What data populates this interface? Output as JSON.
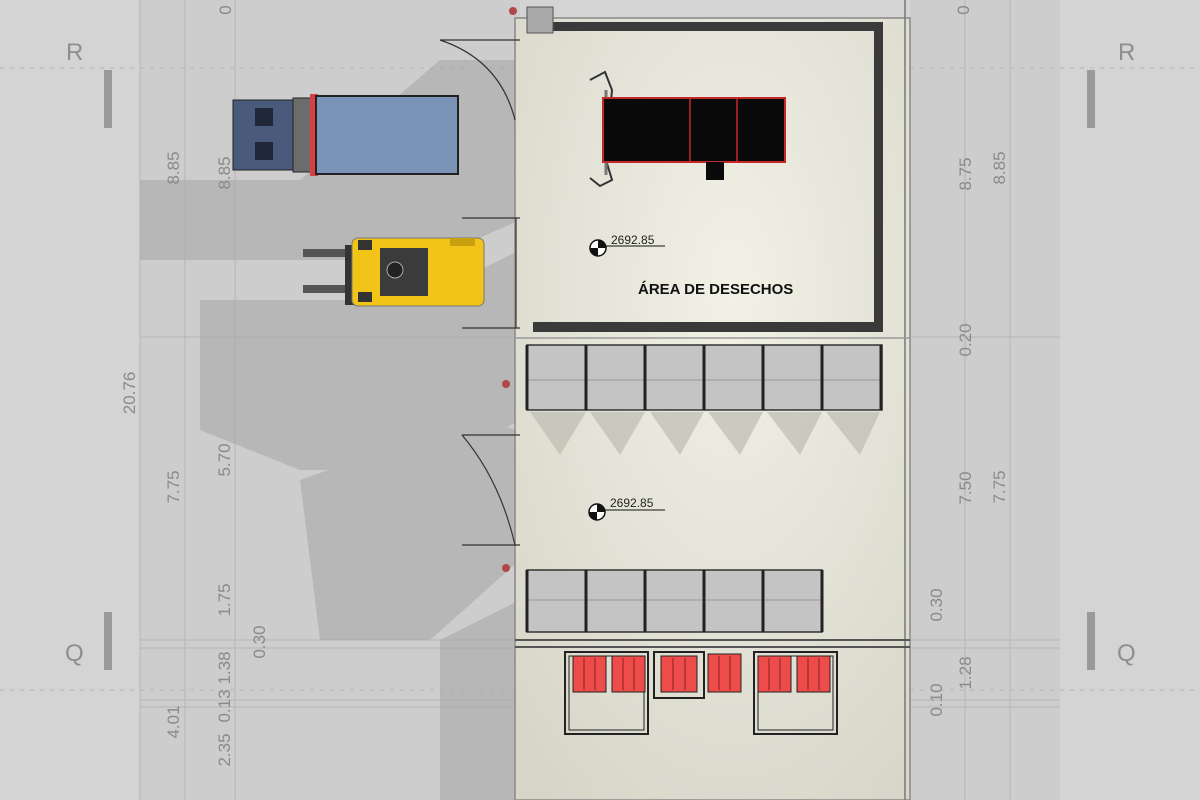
{
  "grid_labels": {
    "top": "R",
    "bottom": "Q"
  },
  "area": {
    "label": "ÁREA DE DESECHOS"
  },
  "elevations": [
    "2692.85",
    "2692.85"
  ],
  "dimensions": {
    "top_left": "0",
    "top_right": "0",
    "left_outer": [
      "20.76",
      "4.01"
    ],
    "left_mid": [
      "8.85",
      "7.75"
    ],
    "left_inner": [
      "8.85",
      "5.70",
      "1.75",
      "1.38",
      "0.13",
      "2.35"
    ],
    "left_inner2": [
      "0.30"
    ],
    "right_inner": [
      "8.75",
      "0.20",
      "7.50",
      "0.30",
      "0.10",
      "1.28"
    ],
    "right_outer": [
      "8.85",
      "7.75"
    ]
  },
  "colors": {
    "background": "#d3d3d3",
    "floor": "#e5e4d8",
    "truck_cargo": "#7c93b8",
    "forklift": "#f2c418",
    "bins": "#ee4b4b",
    "container": "#0a0a0a"
  }
}
